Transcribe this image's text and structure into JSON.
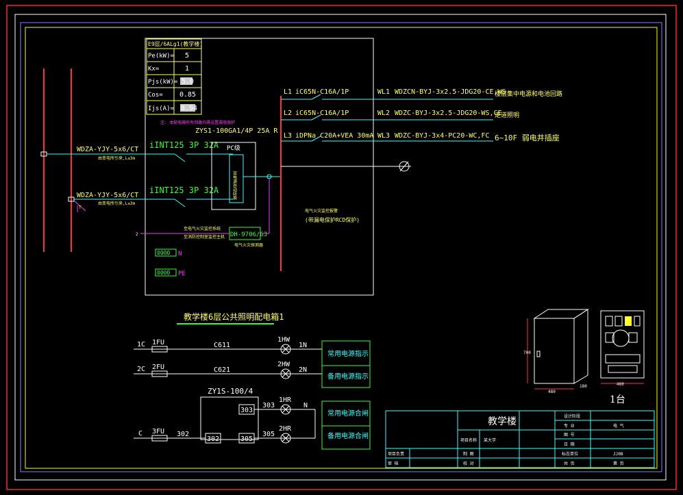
{
  "panel_table": {
    "title": "E9层/6ALg1(教学楼)",
    "rows": [
      {
        "label": "Pe(kW)=",
        "value": "5"
      },
      {
        "label": "Kx=",
        "value": "1"
      },
      {
        "label": "Pjs(kW)=",
        "value": "5.0"
      },
      {
        "label": "Cos=",
        "value": "0.85"
      },
      {
        "label": "Ijs(A)=",
        "value": "8.94"
      }
    ]
  },
  "note_magenta": "注: 本配电箱所有回路均需设置漏电保护",
  "atse_label": "ZYS1-100GA1/4P 25A R",
  "inputs": [
    {
      "cable": "WDZA-YJY-5x6/CT",
      "note": "由变电所引来,L≤3m",
      "breaker": "iINT125 3P 32A"
    },
    {
      "cable": "WDZA-YJY-5x6/CT",
      "note": "由变电所引来,L≤3m",
      "breaker": "iINT125 3P 32A"
    }
  ],
  "pc_label": "PC级",
  "ats_inner": "双电源自动转换",
  "circuits": [
    {
      "phase": "L1",
      "breaker": "iC65N-C16A/1P",
      "wl": "WL1",
      "cable": "WDZCN-BYJ-3x2.5-JDG20-CE,WS",
      "desc": "楼层集中电源和电池回路"
    },
    {
      "phase": "L2",
      "breaker": "iC65N-C16A/1P",
      "wl": "WL2",
      "cable": "WDZC-BYJ-3x2.5-JDG20-WS,CE",
      "desc": "走道照明"
    },
    {
      "phase": "L3",
      "breaker": "iDPNa C20A+VEA 30mA",
      "wl": "WL3",
      "cable": "WDZC-BYJ-3x4-PC20-WC,FC",
      "desc": "6~10F 弱电井插座"
    }
  ],
  "bus_note_1": "电气火灾监控报警",
  "bus_note_2": "(带漏电保护RCD保护)",
  "fire_monitor": {
    "model": "DH-9706/63",
    "label": "电气火灾探测器"
  },
  "fire_notes": [
    "至电气火灾监控系统",
    "至消防控制室监控主机"
  ],
  "neutral_label": "N",
  "pe_label": "PE",
  "control_title": "教学楼6层公共照明配电箱1",
  "control_rows": [
    {
      "left": "1C",
      "fuse": "1FU",
      "wire": "C611",
      "lamp": "1HW",
      "right": "1N",
      "desc": "常用电源指示"
    },
    {
      "left": "2C",
      "fuse": "2FU",
      "wire": "C621",
      "lamp": "2HW",
      "right": "2N",
      "desc": "备用电源指示"
    }
  ],
  "control_box": {
    "model": "ZY1S-100/4",
    "t303": "303",
    "t302": "302",
    "t305": "305",
    "w303": "303",
    "w305": "305",
    "left": "C",
    "fuse": "3FU",
    "wire": "302",
    "lamp1": "1HR",
    "lamp2": "2HR",
    "n": "N",
    "desc1": "常用电源合闸",
    "desc2": "备用电源合闸"
  },
  "dims": {
    "height": "700",
    "width": "480",
    "depth": "180",
    "width2": "480"
  },
  "count_label": "1台",
  "title_block": {
    "project": "教学楼",
    "design_stage": "设计阶段",
    "major": "专  业",
    "major_val": "电  气",
    "drawing_no": "图  号",
    "date": "日  期",
    "item_name": "项目名称",
    "item_val": "某大学",
    "unit": "标志单位",
    "unit_val": "JJ0B",
    "pm": "项目负责",
    "draw": "制  图",
    "review": "审  核",
    "check": "校  对",
    "pages": "共  页",
    "page": "第  页"
  }
}
